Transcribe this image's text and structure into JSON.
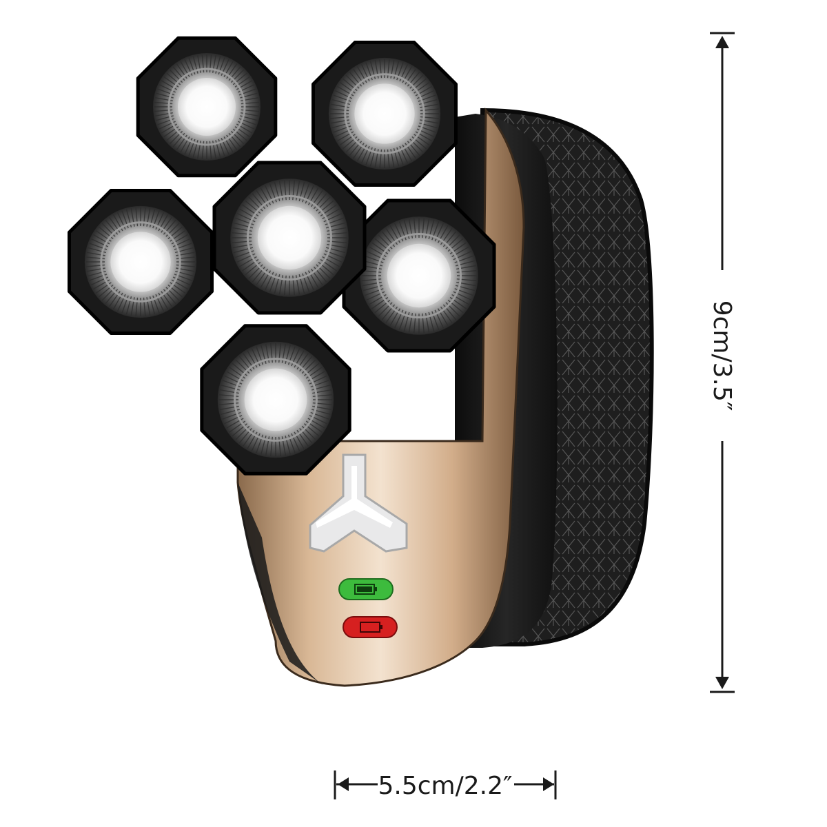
{
  "dimensions": {
    "height_label": "9cm/3.5″",
    "width_label": "5.5cm/2.2″"
  },
  "product": {
    "shaver_heads": 6,
    "indicators": [
      "battery-full-indicator",
      "battery-low-indicator"
    ]
  },
  "colors": {
    "body_black": "#1c1c1c",
    "panel_gold": "#c9a27e",
    "indicator_green": "#3dbb3d",
    "indicator_red": "#d62020",
    "dimension_line": "#1a1a1a"
  }
}
